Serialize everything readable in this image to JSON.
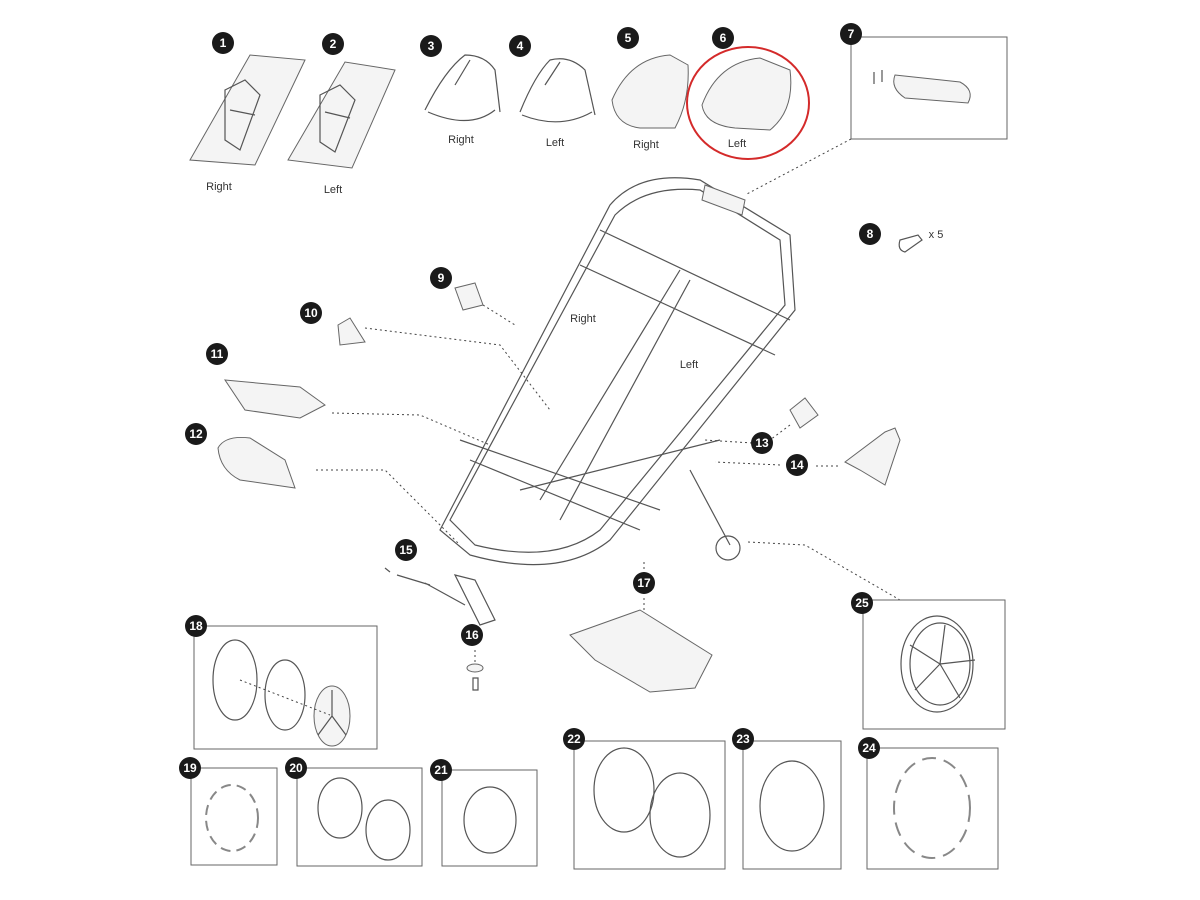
{
  "diagram": {
    "parts": [
      {
        "number": "1",
        "label": "Right"
      },
      {
        "number": "2",
        "label": "Left"
      },
      {
        "number": "3",
        "label": "Right"
      },
      {
        "number": "4",
        "label": "Left"
      },
      {
        "number": "5",
        "label": "Right"
      },
      {
        "number": "6",
        "label": "Left"
      },
      {
        "number": "7"
      },
      {
        "number": "8",
        "quantity": "x 5"
      },
      {
        "number": "9"
      },
      {
        "number": "10"
      },
      {
        "number": "11"
      },
      {
        "number": "12"
      },
      {
        "number": "13"
      },
      {
        "number": "14"
      },
      {
        "number": "15"
      },
      {
        "number": "16"
      },
      {
        "number": "17"
      },
      {
        "number": "18"
      },
      {
        "number": "19"
      },
      {
        "number": "20"
      },
      {
        "number": "21"
      },
      {
        "number": "22"
      },
      {
        "number": "23"
      },
      {
        "number": "24"
      },
      {
        "number": "25"
      }
    ],
    "frame_labels": {
      "right": "Right",
      "left": "Left"
    },
    "highlight_color": "#d42a2a"
  }
}
